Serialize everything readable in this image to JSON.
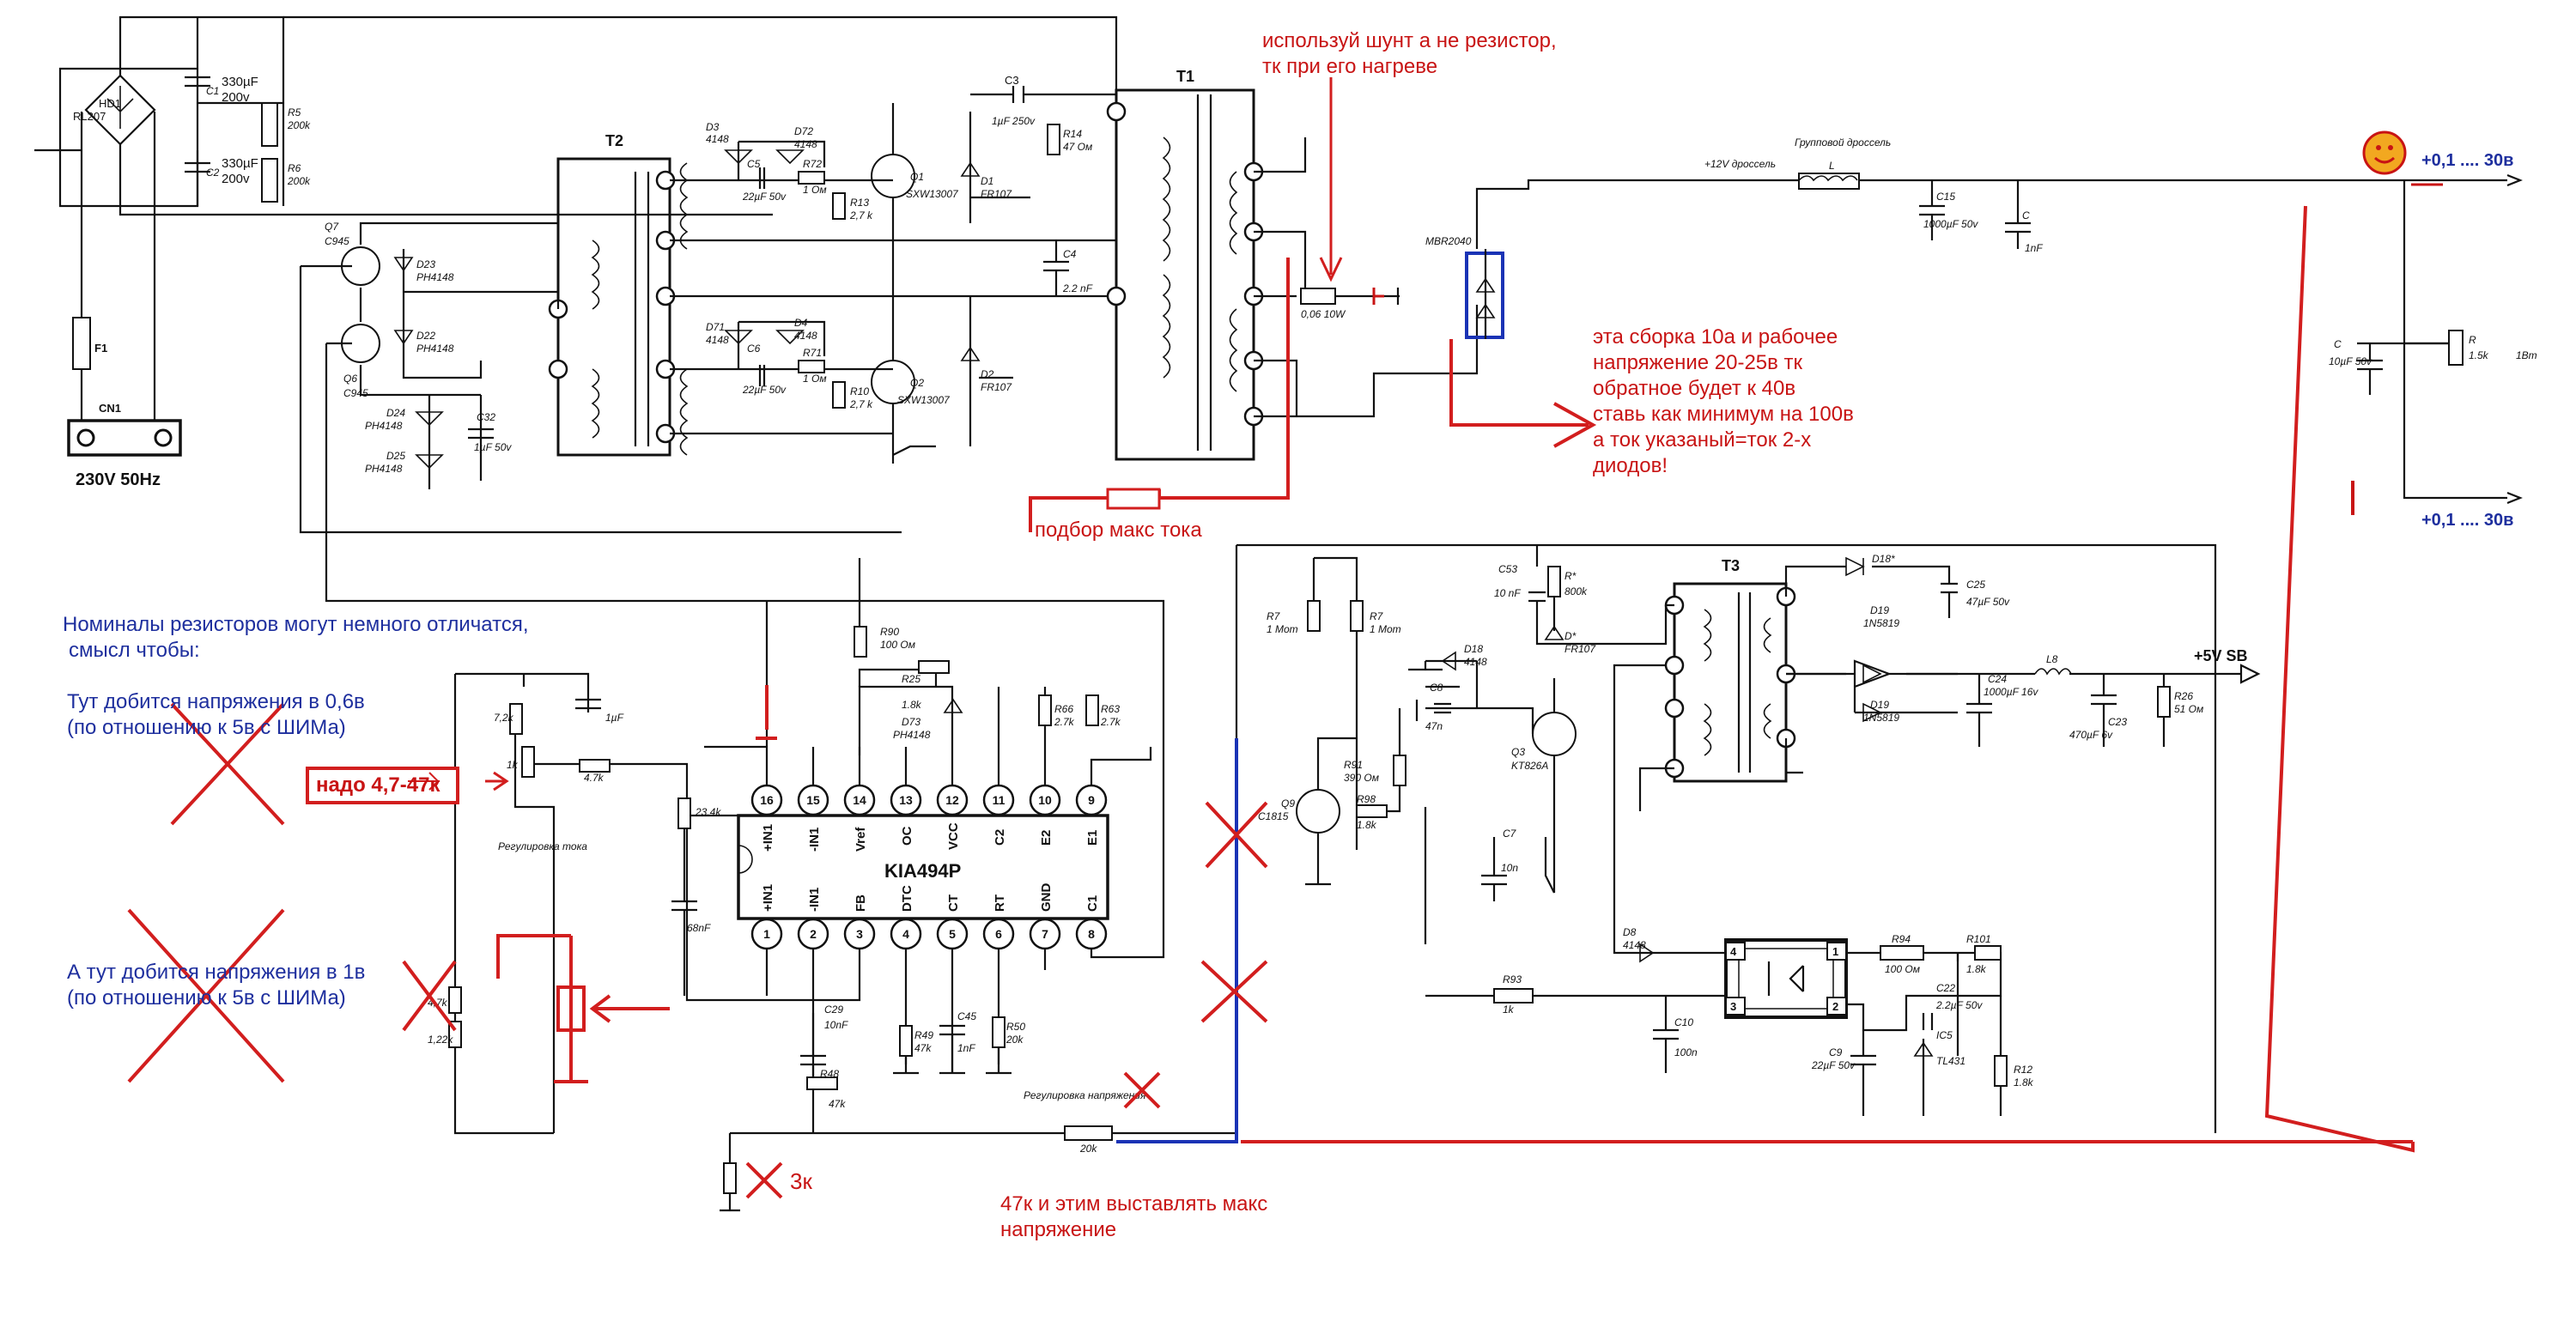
{
  "power": {
    "hd1": "HD1",
    "rl207": "RL207",
    "f1": "F1",
    "cn1": "CN1",
    "mains": "230V 50Hz",
    "c1": "C1",
    "c1_val": "330µF",
    "c1_v": "200v",
    "c2": "C2",
    "c2_val": "330µF",
    "c2_v": "200v",
    "r5": "R5",
    "r5_val": "200k",
    "r6": "R6",
    "r6_val": "200k"
  },
  "driver": {
    "t2": "T2",
    "q7": "Q7",
    "q7_type": "C945",
    "q6": "Q6",
    "q6_type": "C945",
    "d23": "D23",
    "d23_t": "PH4148",
    "d22": "D22",
    "d22_t": "PH4148",
    "d24": "D24",
    "d24_t": "PH4148",
    "d25": "D25",
    "d25_t": "PH4148",
    "c32": "C32",
    "c32_val": "1µF 50v"
  },
  "halfbridge": {
    "d3": "D3",
    "d3_t": "4148",
    "d72": "D72",
    "d72_t": "4148",
    "c5": "C5",
    "c5_val": "22µF 50v",
    "r72": "R72",
    "r72_val": "1 Ом",
    "r13": "R13",
    "r13_val": "2,7 k",
    "q1": "Q1",
    "q1_type": "SXW13007",
    "d1": "D1",
    "d1_t": "FR107",
    "d71": "D71",
    "d71_t": "4148",
    "d4": "D4",
    "d4_t": "4148",
    "c6": "C6",
    "c6_val": "22µF 50v",
    "r71": "R71",
    "r71_val": "1 Ом",
    "r10": "R10",
    "r10_val": "2,7 k",
    "q2": "Q2",
    "q2_type": "SXW13007",
    "d2": "D2",
    "d2_t": "FR107",
    "c3": "C3",
    "c3_val": "1µF 250v",
    "r14": "R14",
    "r14_val": "47 Ом",
    "c4": "C4",
    "c4_val": "2.2 nF",
    "t1": "T1",
    "shunt": "0,06  10W"
  },
  "output": {
    "choke_title": "Групповой дроссель",
    "rail_12v": "+12V дроссель",
    "l": "L",
    "c15": "C15",
    "c15_val": "1000µF 50v",
    "c_small": "C",
    "c_small_val": "1nF",
    "mbr": "MBR2040",
    "c_out": "C",
    "c_out_val": "10µF 50v",
    "r_out": "R",
    "r_out_val": "1.5k",
    "r_out_p": "1Вт",
    "out_plus": "+0,1 .... 30в",
    "out_minus": "+0,1 .... 30в"
  },
  "pwm": {
    "ic": "KIA494P",
    "pins_top": [
      "16",
      "15",
      "14",
      "13",
      "12",
      "11",
      "10",
      "9"
    ],
    "names_top": [
      "+IN1",
      "-IN1",
      "Vref",
      "OC",
      "VCC",
      "C2",
      "E2",
      "E1"
    ],
    "pins_bot": [
      "1",
      "2",
      "3",
      "4",
      "5",
      "6",
      "7",
      "8"
    ],
    "names_bot": [
      "+IN1",
      "-IN1",
      "FB",
      "DTC",
      "CT",
      "RT",
      "GND",
      "C1"
    ],
    "r90": "R90",
    "r90_val": "100 Ом",
    "r25": "R25",
    "r25_val": "1.8k",
    "d73": "D73",
    "d73_t": "PH4148",
    "r66": "R66",
    "r66_val": "2.7k",
    "r63": "R63",
    "r63_val": "2.7k",
    "r72k": "7,2k",
    "cap_1uf": "1µF",
    "pot_1k": "1k",
    "r47k": "4.7k",
    "r234": "23.4k",
    "c68": "68nF",
    "reg_current": "Регулировка тока",
    "r47k2": "4,7k",
    "r122": "1,22k",
    "c29": "C29",
    "c29_val": "10nF",
    "r48": "R48",
    "r48_val": "47k",
    "r49": "R49",
    "r49_val": "47k",
    "c45": "C45",
    "c45_val": "1nF",
    "r50": "R50",
    "r50_val": "20k",
    "reg_voltage": "Регулировка напряжения",
    "pot_20k": "20k"
  },
  "standby": {
    "c53": "C53",
    "c53_val": "10 nF",
    "r_star": "R*",
    "r_star_val": "800k",
    "d_star": "D*",
    "d_star_t": "FR107",
    "t3": "T3",
    "d18s": "D18*",
    "c25": "C25",
    "c25_val": "47µF 50v",
    "r7a": "R7",
    "r7a_val": "1 Мom",
    "r7b": "R7",
    "r7b_val": "1 Мom",
    "d18": "D18",
    "d18_t": "4148",
    "c8": "C8",
    "c8_val": "47n",
    "r91": "R91",
    "r91_val": "390 Ом",
    "q3": "Q3",
    "q3_type": "KT826A",
    "q9": "Q9",
    "q9_type": "C1815",
    "r98": "R98",
    "r98_val": "1.8k",
    "c7": "C7",
    "c7_val": "10n",
    "d19a": "D19",
    "d19a_t": "1N5819",
    "d19b": "D19",
    "d19b_t": "1N5819",
    "l8": "L8",
    "c24": "C24",
    "c24_val": "1000µF 16v",
    "c23": "C23",
    "c23_val": "470µF 6v",
    "r26": "R26",
    "r26_val": "51 Ом",
    "sb": "+5V SB",
    "d8": "D8",
    "d8_t": "4148",
    "r94": "R94",
    "r94_val": "100 Ом",
    "r101": "R101",
    "r101_val": "1.8k",
    "r93": "R93",
    "r93_val": "1k",
    "c10": "C10",
    "c10_val": "100n",
    "c9": "C9",
    "c9_val": "22µF 50v",
    "c22": "C22",
    "c22_val": "2.2µF 50v",
    "ic5": "IC5",
    "tl431": "TL431",
    "r12": "R12",
    "r12_val": "1.8k"
  },
  "notes": {
    "shunt_1": "используй шунт а не резистор,",
    "shunt_2": "тк при его нагреве",
    "mbr_1": "эта сборка 10а и рабочее",
    "mbr_2": "напряжение 20-25в тк",
    "mbr_3": "обратное будет к 40в",
    "mbr_4": "ставь как минимум на 100в",
    "mbr_5": "а ток указаный=ток 2-х",
    "mbr_6": "диодов!",
    "max_current": "подбор макс тока",
    "nom_1": "Номиналы резисторов могут немного отличатся,",
    "nom_2": "смысл чтобы:",
    "v06_1": "Тут добится напряжения в 0,6в",
    "v06_2": "(по отношению к 5в с ШИМа)",
    "need": "надо 4,7-47к",
    "v1_1": "А тут добится напряжения в 1в",
    "v1_2": "(по отношению к 5в с ШИМа)",
    "r3k": "3к",
    "max_v_1": "47к и этим выставлять макс",
    "max_v_2": "напряжение"
  },
  "colors": {
    "annotation_red": "#d21e1e",
    "annotation_blue": "#1a33b5",
    "wire": "#111111"
  }
}
